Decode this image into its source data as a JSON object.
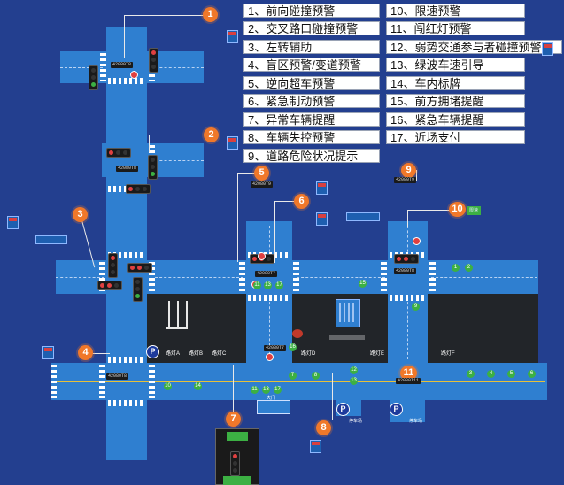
{
  "legend": [
    "1、前向碰撞预警",
    "2、交叉路口碰撞预警",
    "3、左转辅助",
    "4、盲区预警/变道预警",
    "5、逆向超车预警",
    "6、紧急制动预警",
    "7、异常车辆提醒",
    "8、车辆失控预警",
    "9、道路危险状况提示",
    "10、限速预警",
    "11、闯红灯预警",
    "12、弱势交通参与者碰撞预警",
    "13、绿波车速引导",
    "14、车内标牌",
    "15、前方拥堵提醒",
    "16、紧急车辆提醒",
    "17、近场支付"
  ],
  "markers": [
    "1",
    "2",
    "3",
    "4",
    "5",
    "6",
    "7",
    "8",
    "9",
    "10",
    "11"
  ],
  "car_plates": [
    "42080T8",
    "42080T8",
    "42080T8",
    "42080T9",
    "42080T9",
    "42080T7",
    "42080T7",
    "42080T8",
    "42080T11"
  ],
  "lamp_labels": [
    "路灯A",
    "路灯B",
    "路灯C",
    "路灯D",
    "路灯E",
    "路灯F"
  ],
  "lamp_numbers": [
    "1",
    "2",
    "3",
    "4",
    "5",
    "6"
  ],
  "numbers": {
    "n10": "10",
    "n11": "11",
    "n12": "12",
    "n13": "13",
    "n14": "14",
    "n15": "15",
    "n16": "16",
    "n17": "17",
    "n7": "7",
    "n8": "8",
    "n9": "9"
  },
  "labels": {
    "gate": "大门",
    "parking": "停车场",
    "parking2": "停车场",
    "sign_sensor": "限速"
  },
  "colors": {
    "background": "#233f8f",
    "road": "#2f7fd0",
    "marker": "#f0782a",
    "block": "#222529",
    "green": "#3cb043"
  }
}
